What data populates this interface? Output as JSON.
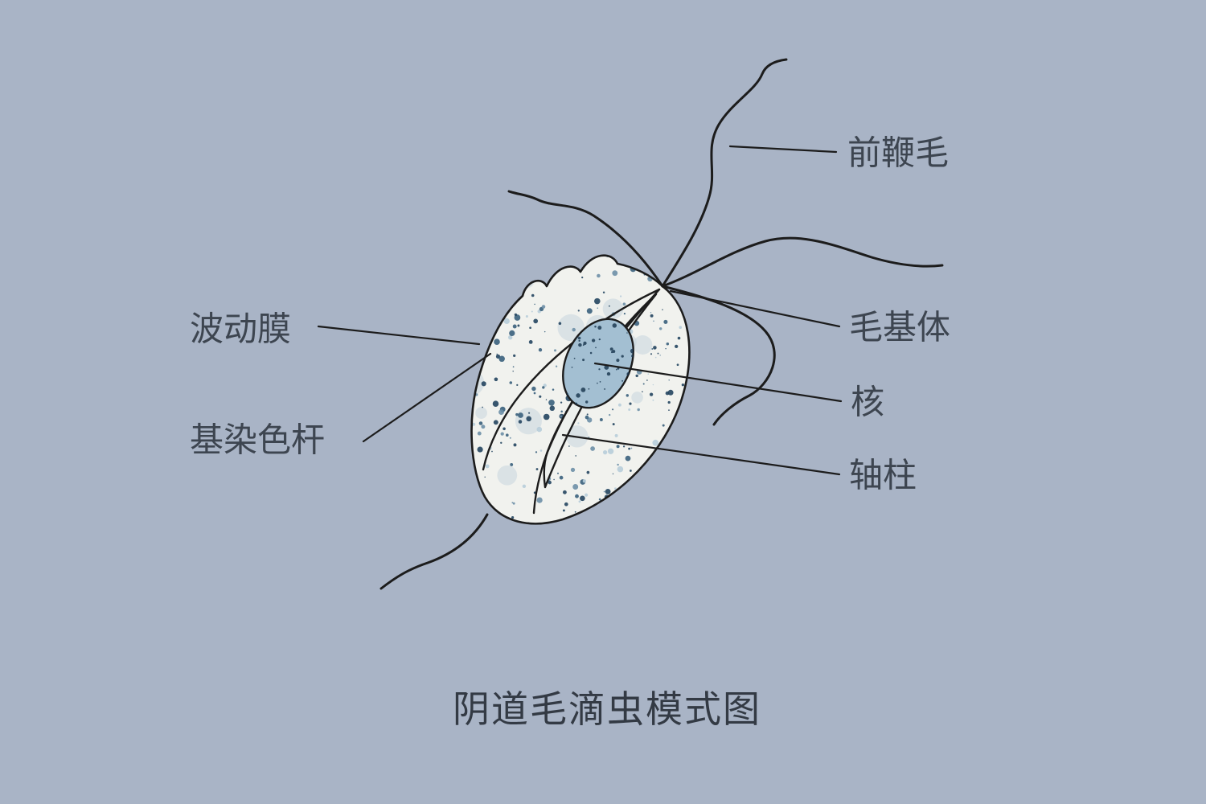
{
  "title": "阴道毛滴虫模式图",
  "labels": [
    {
      "id": "anterior-flagella",
      "text": "前鞭毛"
    },
    {
      "id": "basal-body",
      "text": "毛基体"
    },
    {
      "id": "nucleus",
      "text": "核"
    },
    {
      "id": "axostyle",
      "text": "轴柱"
    },
    {
      "id": "undulating-membrane",
      "text": "波动膜"
    },
    {
      "id": "costa",
      "text": "基染色杆"
    }
  ],
  "colors": {
    "background": "#a9b4c6",
    "body_fill": "#f1f2ee",
    "outline": "#1c1c1c",
    "nucleus_fill": "#a3bfd2",
    "speckle_dark": "#24455f",
    "speckle_mid": "#3a607c",
    "speckle_soft": "#6d8fa6",
    "speckle_light": "#b7cdd9",
    "blotch": "#c6d6df",
    "nucleus_speckle": "#1d3a52",
    "label_text": "#3d4550",
    "title_text": "#333a44"
  }
}
